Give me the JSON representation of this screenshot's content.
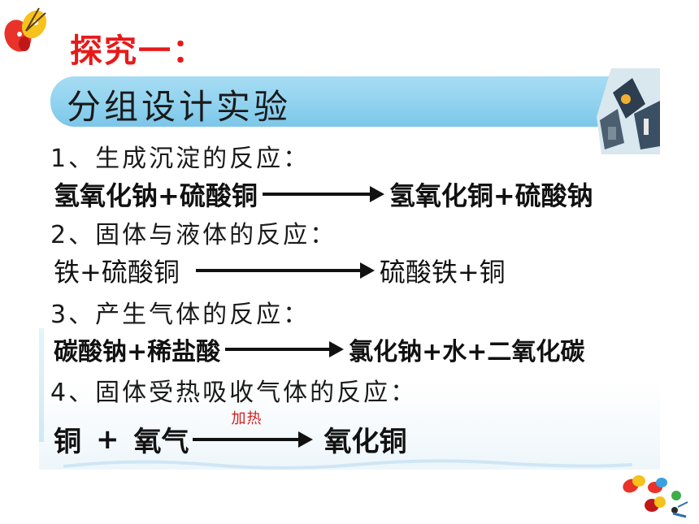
{
  "heading": "探究一：",
  "banner": "分组设计实验",
  "items": [
    {
      "label": "1、生成沉淀的反应：",
      "reactants": "氢氧化钠+硫酸铜",
      "products": "氢氧化铜+硫酸钠"
    },
    {
      "label": "2、固体与液体的反应：",
      "reactants": "铁+硫酸铜",
      "products": "硫酸铁+铜"
    },
    {
      "label": "3、产生气体的反应：",
      "reactants": "碳酸钠+稀盐酸",
      "products": "氯化钠+水+二氧化碳"
    },
    {
      "label": "4、固体受热吸收气体的反应：",
      "reactant_a": "铜",
      "plus": "+",
      "reactant_b": "氧气",
      "condition": "加热",
      "products": "氧化铜"
    }
  ],
  "colors": {
    "heading": "#e81919",
    "banner": "#8ed1ee",
    "condition": "#d81b1b"
  },
  "icons": [
    "butterfly-icon",
    "butterflies-icon",
    "lab-photo-icon"
  ]
}
